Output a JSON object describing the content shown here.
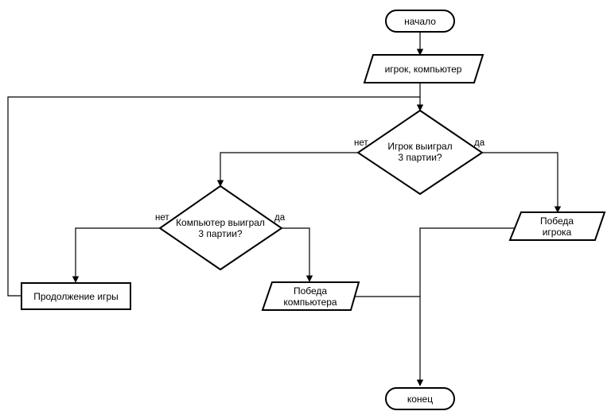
{
  "nodes": {
    "start": "начало",
    "input": "игрок, компьютер",
    "decision_player": [
      "Игрок выиграл",
      "3 партии?"
    ],
    "decision_computer": [
      "Компьютер выиграл",
      "3 партии?"
    ],
    "player_wins": [
      "Победа",
      "игрока"
    ],
    "computer_wins": [
      "Победа",
      "компьютера"
    ],
    "continue_game": "Продолжение игры",
    "end": "конец"
  },
  "edge_labels": {
    "player_no": "нет",
    "player_yes": "да",
    "computer_no": "нет",
    "computer_yes": "да"
  }
}
